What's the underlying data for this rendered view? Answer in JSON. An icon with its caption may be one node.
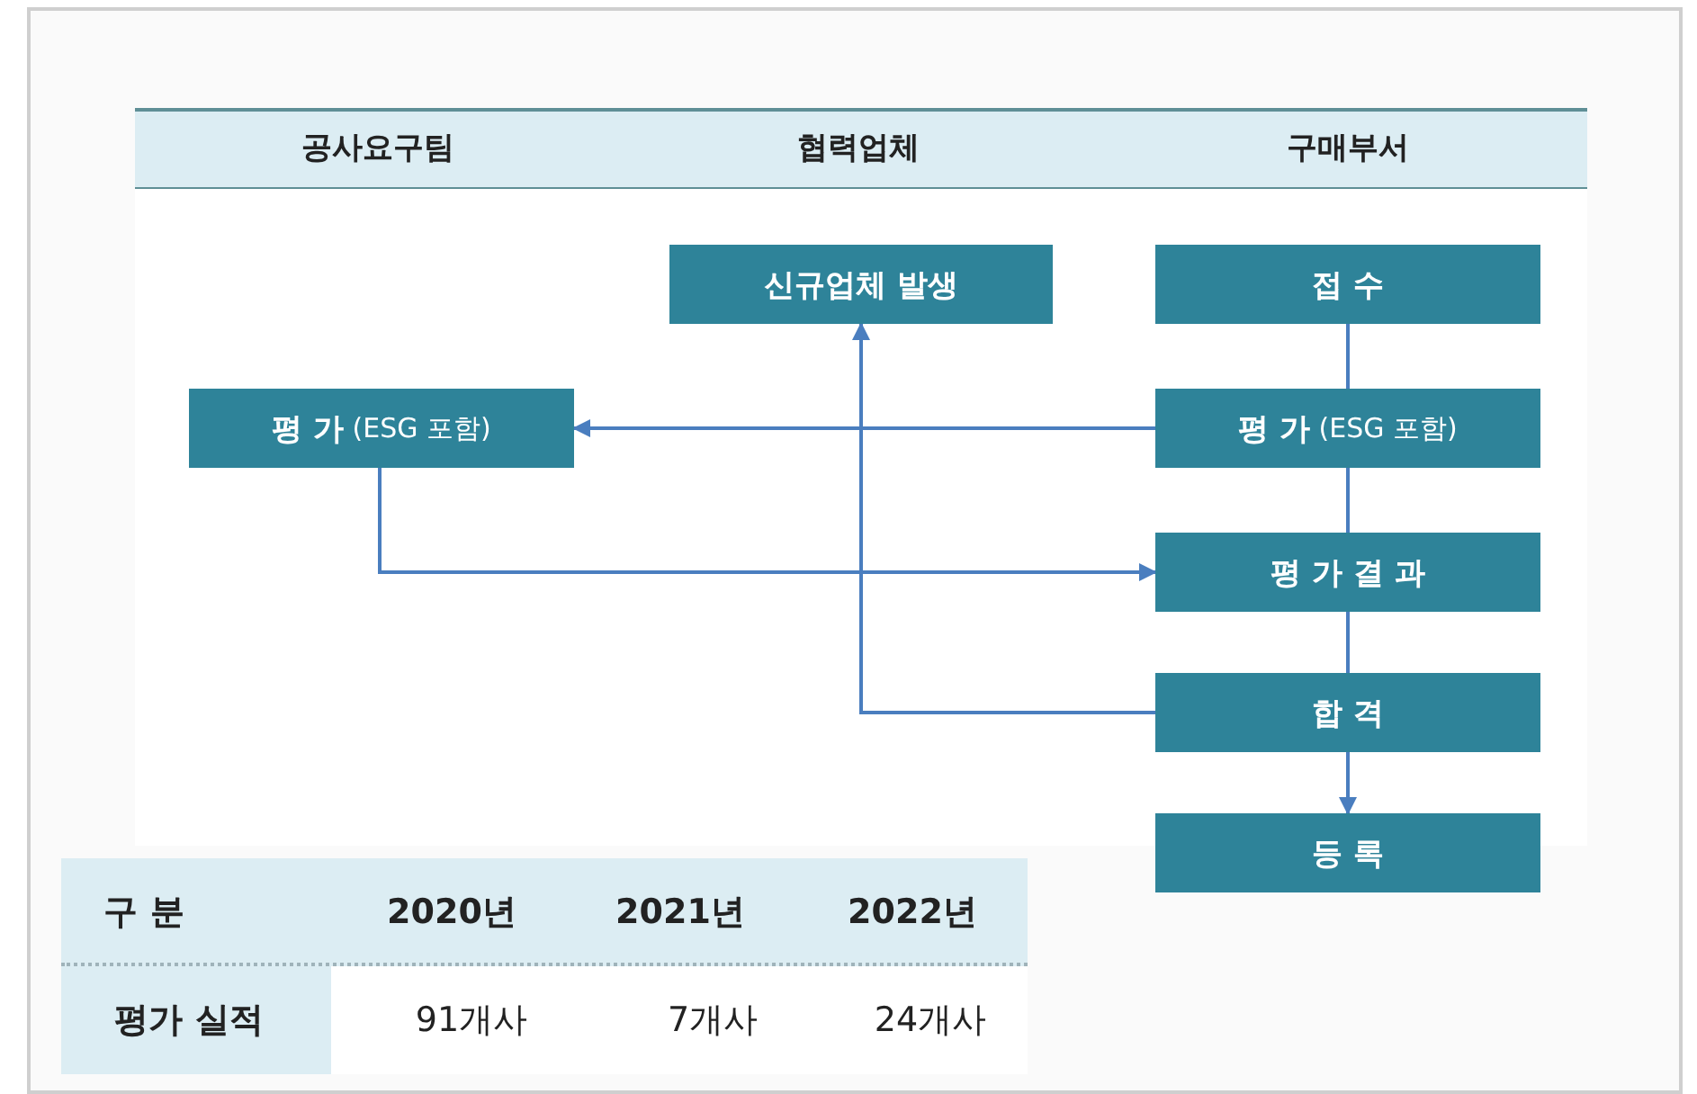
{
  "diagram": {
    "nodes": [
      {
        "text": [
          "신규업체 발생"
        ]
      },
      {
        "text": [
          "접 수"
        ]
      },
      {
        "text": [
          "**평 가** (ESG 포함)"
        ]
      },
      {
        "text": [
          "**평 가** (ESG 포함)"
        ]
      },
      {
        "text": [
          "평 가 결 과"
        ]
      },
      {
        "text": [
          "합 격"
        ]
      },
      {
        "text": [
          "등 록"
        ]
      }
    ],
    "edges": [
      {
        "from": 1,
        "to": 3,
        "arrow": "none"
      },
      {
        "from": 3,
        "to": 2,
        "arrow": "to"
      },
      {
        "from": 3,
        "to": 4,
        "arrow": "none"
      },
      {
        "from": 2,
        "to": 4,
        "arrow": "to"
      },
      {
        "from": 4,
        "to": 5,
        "arrow": "none"
      },
      {
        "from": 5,
        "to": 0,
        "arrow": "to"
      },
      {
        "from": 5,
        "to": 6,
        "arrow": "to"
      }
    ],
    "labels": [
      "공사요구팀",
      "협력업체",
      "구매부서",
      "구 분",
      "2020년",
      "2021년",
      "2022년",
      "평가 실적",
      "91개사",
      "7개사",
      "24개사"
    ]
  }
}
